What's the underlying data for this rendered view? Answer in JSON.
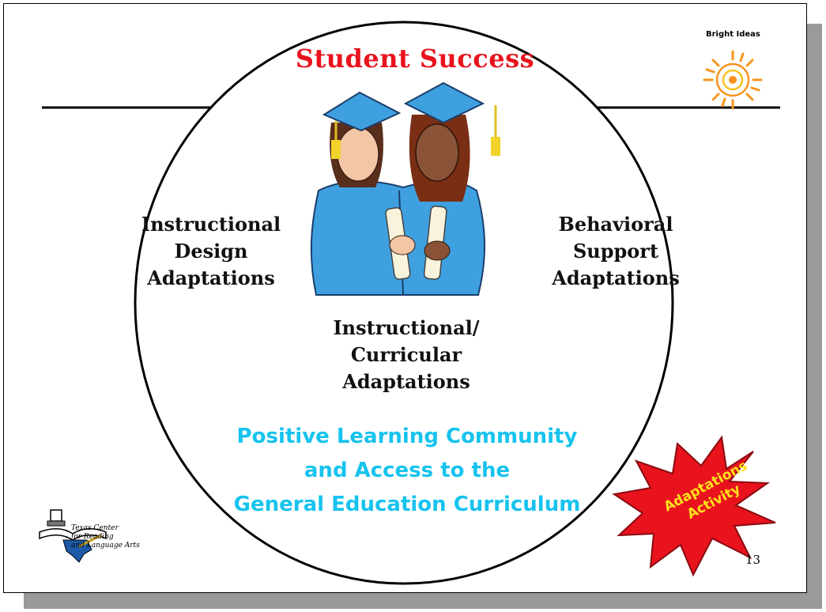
{
  "title": "Student Success",
  "brand": {
    "text": "Bright Ideas"
  },
  "labels": {
    "left": [
      "Instructional",
      "Design",
      "Adaptations"
    ],
    "right": [
      "Behavioral",
      "Support",
      "Adaptations"
    ],
    "center": [
      "Instructional/",
      "Curricular",
      "Adaptations"
    ]
  },
  "community": [
    "Positive Learning Community",
    "and Access to the",
    "General Education Curriculum"
  ],
  "badge": [
    "Adaptations",
    "Activity"
  ],
  "logo": [
    "Texas Center",
    "for Reading",
    "and Language Arts"
  ],
  "page_number": "13",
  "colors": {
    "title": "#e8131d",
    "community": "#17c3ee",
    "badge_fill": "#e8131d",
    "badge_text": "#ffe21a",
    "gown": "#3fa0e0",
    "sun": "#f7941d"
  }
}
